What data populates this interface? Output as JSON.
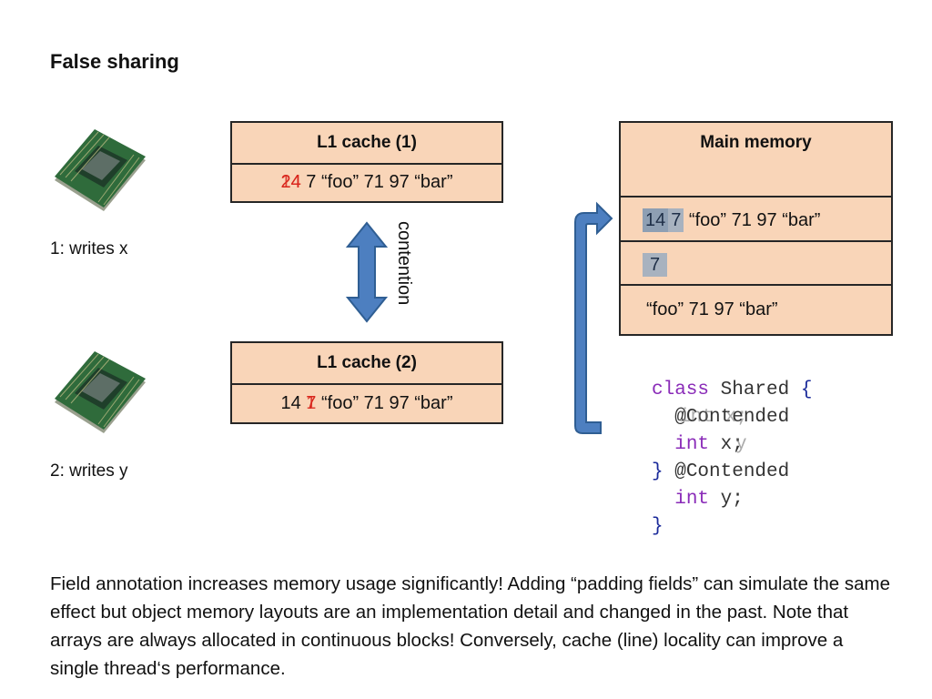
{
  "slide": {
    "title": "False sharing",
    "cpu1_label": "1: writes x",
    "cpu2_label": "2: writes y",
    "contention_label": "contention",
    "footer": "Field annotation increases memory usage significantly! Adding “padding fields” can simulate the same effect but object memory layouts are an implementation detail and changed in the past. Note that arrays are always allocated in continuous blocks! Conversely, cache (line) locality can improve a single thread‘s performance."
  },
  "cache1": {
    "title": "L1 cache (1)",
    "x_back": "24",
    "x_front": "14",
    "rest": " 7 “foo” 71 97 “bar”"
  },
  "cache2": {
    "title": "L1 cache (2)",
    "x_value": "14 ",
    "y_back": "7",
    "y_front": "1",
    "rest": " “foo” 71 97 “bar”"
  },
  "memory": {
    "title": "Main memory",
    "row1_x": "14",
    "row1_y": "7",
    "row1_rest": " “foo” 71 97 “bar”",
    "row2_value": "7",
    "row3_text": "“foo” 71 97 “bar”"
  },
  "code": {
    "line1_kw": "class",
    "line1_name": " Shared ",
    "line1_brace": "{",
    "line2": "@Contended",
    "line2_ghost": "int x;",
    "line3_kw": "int",
    "line3_var": " x;",
    "line3_ghost": "y",
    "line4_brace": "}",
    "line4_text": " @Contended",
    "line5_kw": "int",
    "line5_var": " y;",
    "line6_brace": "}"
  }
}
